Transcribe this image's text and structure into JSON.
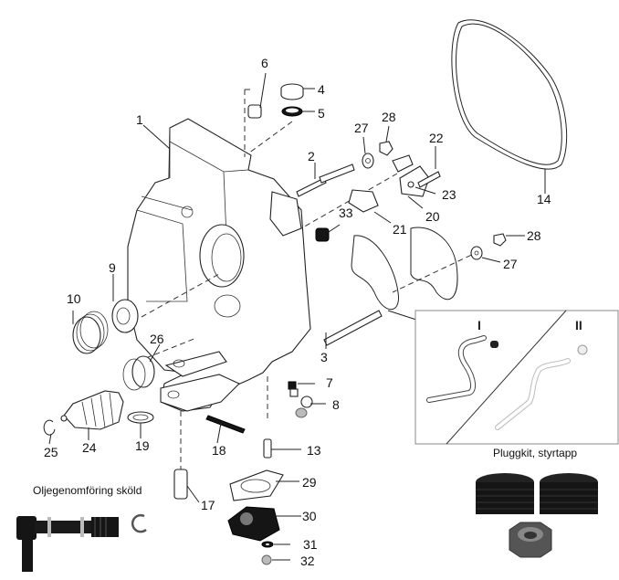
{
  "diagram": {
    "title": "Exploded parts diagram – drive housing",
    "callouts": [
      {
        "id": "c1",
        "label": "1"
      },
      {
        "id": "c2",
        "label": "2"
      },
      {
        "id": "c3",
        "label": "3"
      },
      {
        "id": "c4",
        "label": "4"
      },
      {
        "id": "c5",
        "label": "5"
      },
      {
        "id": "c6",
        "label": "6"
      },
      {
        "id": "c7",
        "label": "7"
      },
      {
        "id": "c8",
        "label": "8"
      },
      {
        "id": "c9",
        "label": "9"
      },
      {
        "id": "c10",
        "label": "10"
      },
      {
        "id": "c13",
        "label": "13"
      },
      {
        "id": "c14",
        "label": "14"
      },
      {
        "id": "c17",
        "label": "17"
      },
      {
        "id": "c18",
        "label": "18"
      },
      {
        "id": "c19",
        "label": "19"
      },
      {
        "id": "c20",
        "label": "20"
      },
      {
        "id": "c21",
        "label": "21"
      },
      {
        "id": "c22",
        "label": "22"
      },
      {
        "id": "c23",
        "label": "23"
      },
      {
        "id": "c24",
        "label": "24"
      },
      {
        "id": "c25",
        "label": "25"
      },
      {
        "id": "c26",
        "label": "26"
      },
      {
        "id": "c27a",
        "label": "27"
      },
      {
        "id": "c27b",
        "label": "27"
      },
      {
        "id": "c28a",
        "label": "28"
      },
      {
        "id": "c28b",
        "label": "28"
      },
      {
        "id": "c29",
        "label": "29"
      },
      {
        "id": "c30",
        "label": "30"
      },
      {
        "id": "c31",
        "label": "31"
      },
      {
        "id": "c32",
        "label": "32"
      },
      {
        "id": "c33",
        "label": "33"
      }
    ],
    "inset": {
      "variant_1": "I",
      "variant_2": "II"
    },
    "captions": {
      "plug_kit": "Pluggkit, styrtapp",
      "oil_feedthrough": "Oljegenomföring sköld"
    }
  }
}
